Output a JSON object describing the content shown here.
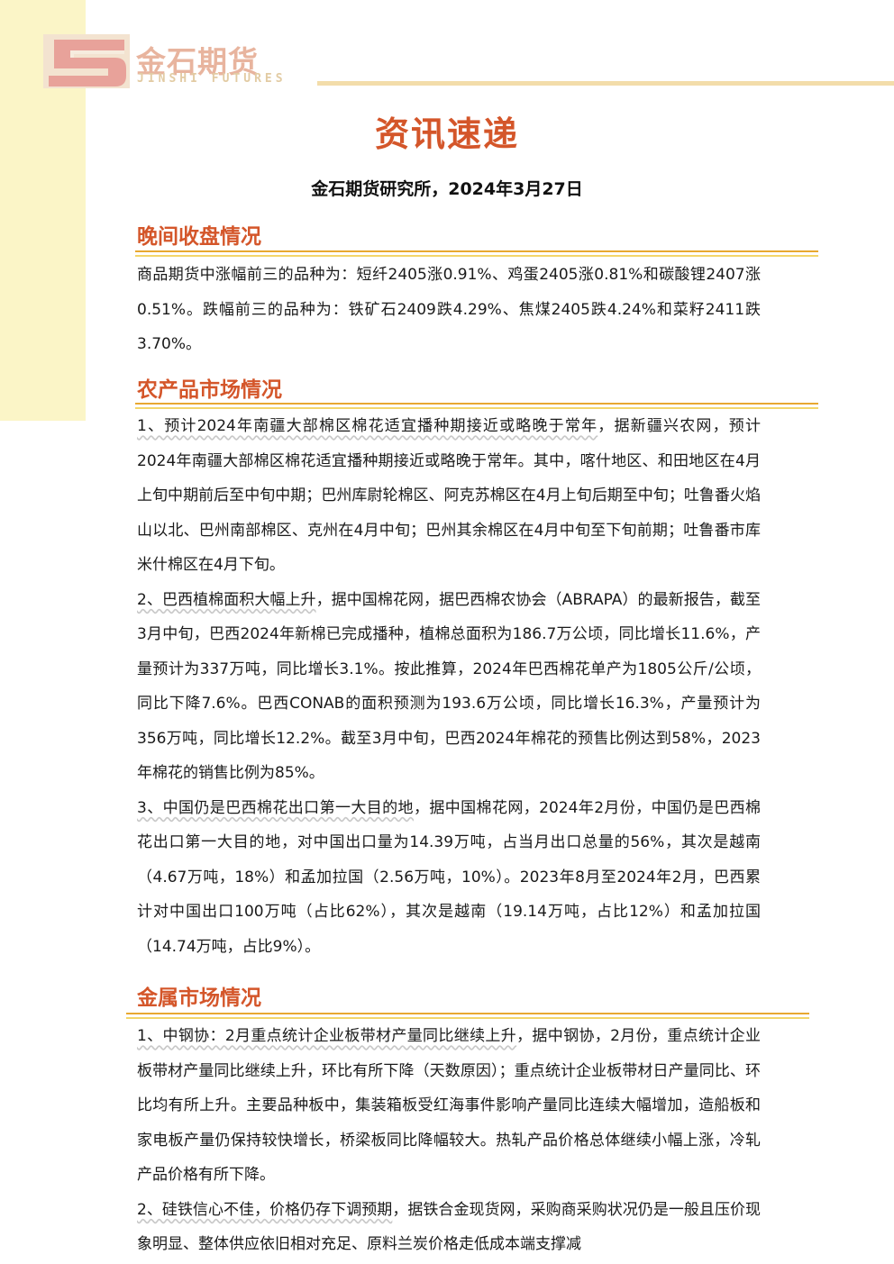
{
  "brand": {
    "name_cn": "金石期货",
    "name_en": "JINSHI FUTURES"
  },
  "title": "资讯速递",
  "subtitle": "金石期货研究所，2024年3月27日",
  "sections": [
    {
      "heading": "晚间收盘情况",
      "paragraphs": [
        {
          "lead": "",
          "text": "商品期货中涨幅前三的品种为：短纤2405涨0.91%、鸡蛋2405涨0.81%和碳酸锂2407涨0.51%。跌幅前三的品种为：铁矿石2409跌4.29%、焦煤2405跌4.24%和菜籽2411跌3.70%。"
        }
      ]
    },
    {
      "heading": "农产品市场情况",
      "paragraphs": [
        {
          "lead": "1、预计2024年南疆大部棉区棉花适宜播种期接近或略晚于常年",
          "text": "，据新疆兴农网，预计2024年南疆大部棉区棉花适宜播种期接近或略晚于常年。其中，喀什地区、和田地区在4月上旬中期前后至中旬中期；巴州库尉轮棉区、阿克苏棉区在4月上旬后期至中旬；吐鲁番火焰山以北、巴州南部棉区、克州在4月中旬；巴州其余棉区在4月中旬至下旬前期；吐鲁番市库米什棉区在4月下旬。"
        },
        {
          "lead": "2、巴西植棉面积大幅上升",
          "text": "，据中国棉花网，据巴西棉农协会（ABRAPA）的最新报告，截至3月中旬，巴西2024年新棉已完成播种，植棉总面积为186.7万公顷，同比增长11.6%，产量预计为337万吨，同比增长3.1%。按此推算，2024年巴西棉花单产为1805公斤/公顷，同比下降7.6%。巴西CONAB的面积预测为193.6万公顷，同比增长16.3%，产量预计为356万吨，同比增长12.2%。截至3月中旬，巴西2024年棉花的预售比例达到58%，2023年棉花的销售比例为85%。"
        },
        {
          "lead": "3、中国仍是巴西棉花出口第一大目的地",
          "text": "，据中国棉花网，2024年2月份，中国仍是巴西棉花出口第一大目的地，对中国出口量为14.39万吨，占当月出口总量的56%，其次是越南（4.67万吨，18%）和孟加拉国（2.56万吨，10%）。2023年8月至2024年2月，巴西累计对中国出口100万吨（占比62%），其次是越南（19.14万吨，占比12%）和孟加拉国（14.74万吨，占比9%）。"
        }
      ]
    },
    {
      "heading": "金属市场情况",
      "paragraphs": [
        {
          "lead": "1、中钢协：2月重点统计企业板带材产量同比继续上升",
          "text": "，据中钢协，2月份，重点统计企业板带材产量同比继续上升，环比有所下降（天数原因）；重点统计企业板带材日产量同比、环比均有所上升。主要品种板中，集装箱板受红海事件影响产量同比连续大幅增加，造船板和家电板产量仍保持较快增长，桥梁板同比降幅较大。热轧产品价格总体继续小幅上涨，冷轧产品价格有所下降。"
        },
        {
          "lead": "2、硅铁信心不佳，价格仍存下调预期",
          "text": "，据铁合金现货网，采购商采购状况仍是一般且压价现象明显、整体供应依旧相对充足、原料兰炭价格走低成本端支撑减"
        }
      ]
    }
  ]
}
